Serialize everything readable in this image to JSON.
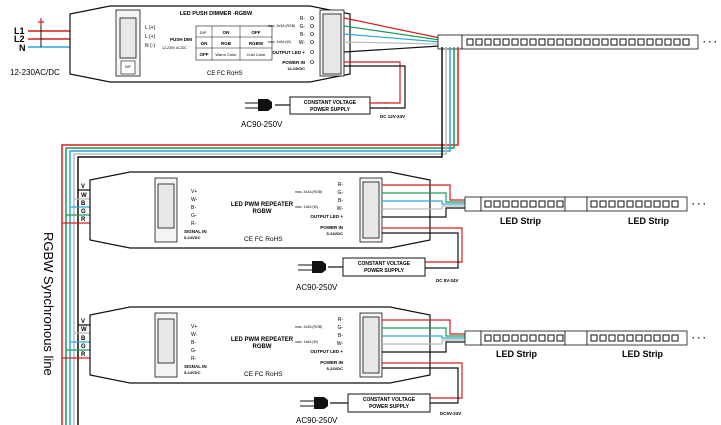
{
  "top_input": {
    "l1": "L1",
    "l2": "L2",
    "n": "N",
    "supply": "12-230AC/DC"
  },
  "dimmer": {
    "title": "LED PUSH DIMMER -RGBW",
    "in_l1": "L (+)",
    "in_l2": "L (+)",
    "in_n": "N (-)",
    "in_note_push": "PUSH DIM",
    "in_note_volt": "12-230V AC/DC",
    "dip": "DIP",
    "off": "OFF",
    "on": "ON",
    "table_on": "ON",
    "table_off": "OFF",
    "table_rgb": "RGB",
    "table_rgbw": "RGBW",
    "table_warm": "Warm Color",
    "table_cold": "Cold Color",
    "cert": "CE FC RoHS",
    "out_r": "R-",
    "out_g": "G-",
    "out_b": "B-",
    "out_w": "W-",
    "max_rgb": "max. 3x3A (RGB)",
    "max_w": "max. 1x6A (W)",
    "out_led": "OUTPUT LED +",
    "power_in": "POWER IN",
    "power_volt": "12-24VDC"
  },
  "psu_top": {
    "label1": "CONSTANT VOLTAGE",
    "label2": "POWER SUPPLY",
    "dc": "DC 12V-24V",
    "ac": "AC90-250V"
  },
  "repeater": {
    "title1": "LED PWM REPEATER",
    "title2": "RGBW",
    "in_v": "V+",
    "in_w": "W-",
    "in_b": "B-",
    "in_g": "G-",
    "in_r": "R-",
    "signal": "SIGNAL IN",
    "signal_volt": "5-24VDC",
    "cert": "CE FC RoHS",
    "out_r": "R-",
    "out_g": "G-",
    "out_b": "B-",
    "out_w": "W-",
    "max_rgb": "max. 3x3A (RGB)",
    "max_w": "max. 1x6A (W)",
    "out_led": "OUTPUT LED +",
    "power_in": "POWER IN",
    "power_volt": "5-24VDC"
  },
  "psu1": {
    "label1": "CONSTANT VOLTAGE",
    "label2": "POWER SUPPLY",
    "dc": "DC 5V-24V",
    "ac": "AC90-250V"
  },
  "psu2": {
    "label1": "CONSTANT VOLTAGE",
    "label2": "POWER SUPPLY",
    "dc": "DC5V-24V",
    "ac": "AC90-250V"
  },
  "bus_letters": [
    "V",
    "W",
    "B",
    "G",
    "R"
  ],
  "sync_label": "RGBW Synchronous line",
  "led_strip": "LED Strip",
  "colors": {
    "red": "#d81e1e",
    "green": "#1a9c5a",
    "blue": "#2aa7d6",
    "white": "#cfcfcf",
    "black": "#111111"
  }
}
